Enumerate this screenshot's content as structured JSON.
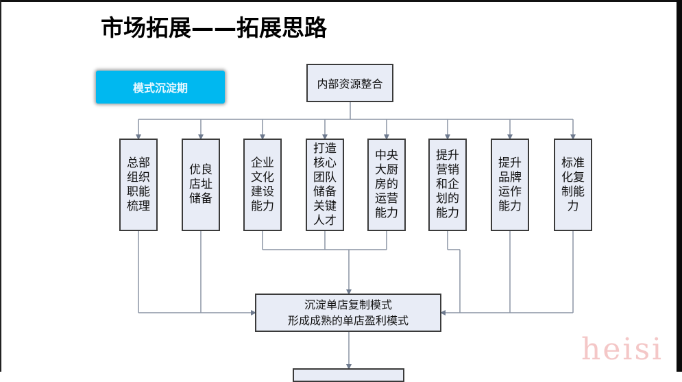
{
  "slide": {
    "title": "市场拓展——拓展思路",
    "phase_label": "模式沉淀期",
    "watermark": "heisi"
  },
  "diagram": {
    "root": "内部资源整合",
    "columns": [
      {
        "label": "总部组织职能梳理"
      },
      {
        "label": "优良店址储备"
      },
      {
        "label": "企业文化建设能力"
      },
      {
        "label": "打造核心团队储备关键人才"
      },
      {
        "label": "中央大厨房的运营能力"
      },
      {
        "label": "提升营销和企划的能力"
      },
      {
        "label": "提升品牌运作能力"
      },
      {
        "label": "标准化复制能力"
      }
    ],
    "result": {
      "line1": "沉淀单店复制模式",
      "line2": "形成成熟的单店盈利模式"
    },
    "next": ""
  },
  "colors": {
    "phase_badge": "#00b8f0",
    "box_fill": "#e8ecf6",
    "box_border": "#3a3a3a",
    "connector": "#7f8a9c"
  }
}
